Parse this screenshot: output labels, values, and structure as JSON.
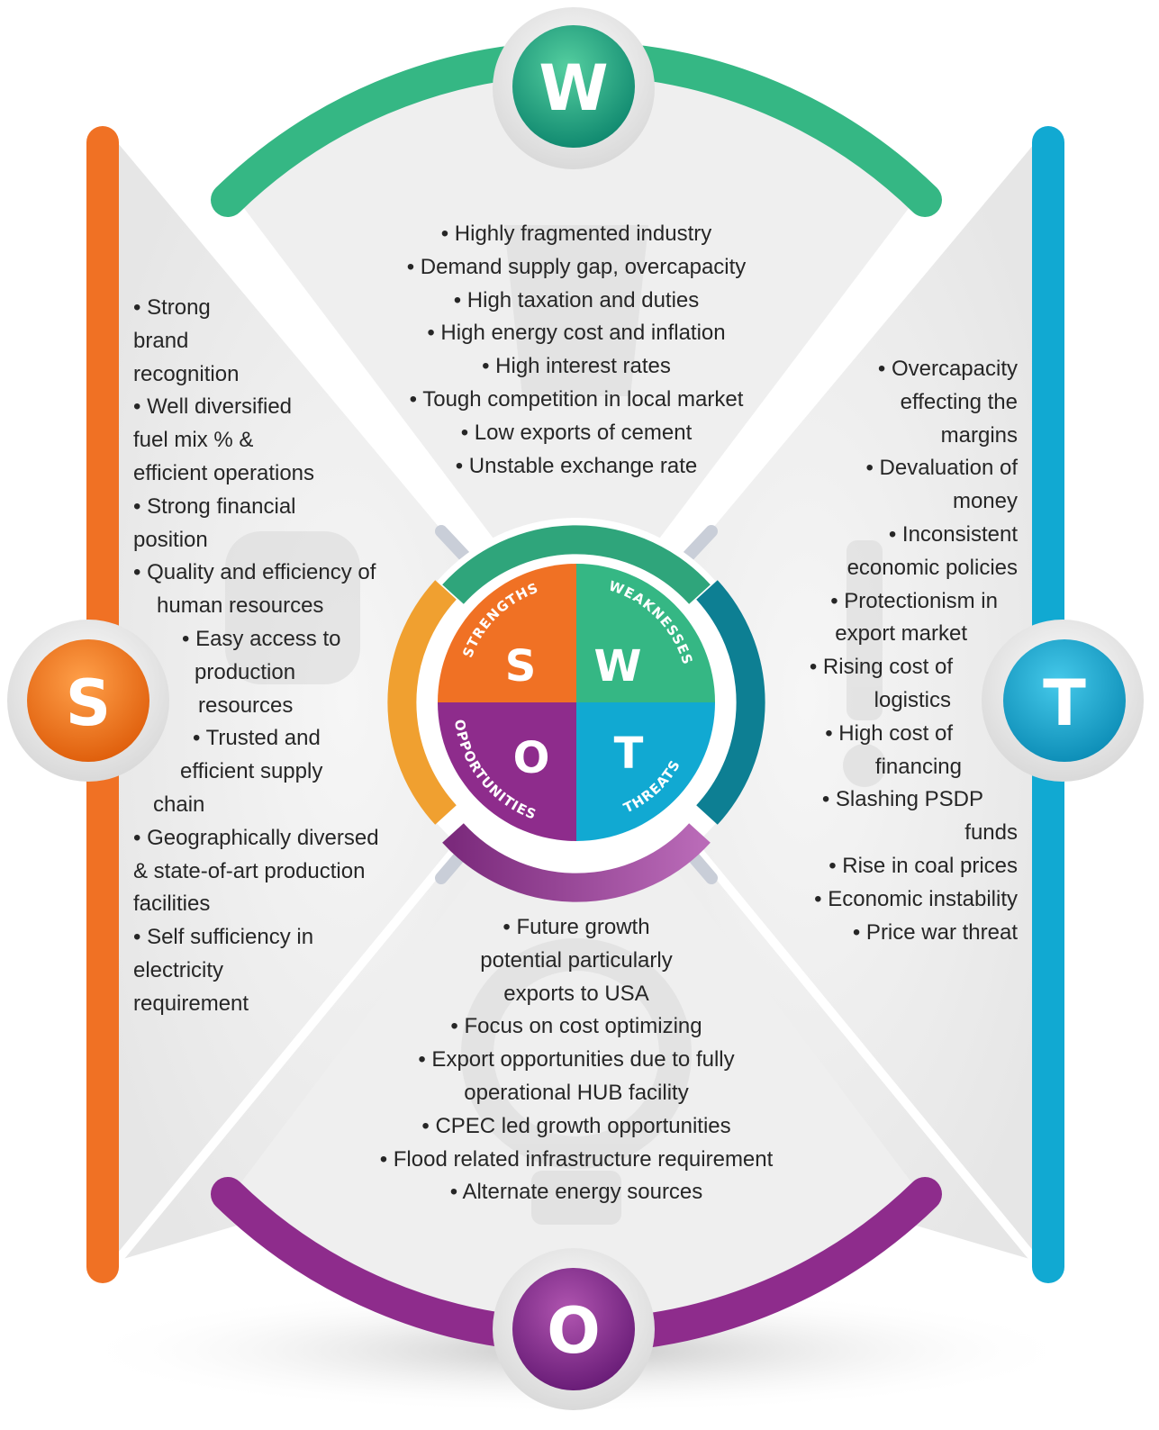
{
  "badges": {
    "s": "S",
    "w": "W",
    "o": "O",
    "t": "T"
  },
  "center": {
    "strengths": {
      "letter": "S",
      "label": "STRENGTHS"
    },
    "weaknesses": {
      "letter": "W",
      "label": "WEAKNESSES"
    },
    "opportunities": {
      "letter": "O",
      "label": "OPPORTUNITIES"
    },
    "threats": {
      "letter": "T",
      "label": "THREATS"
    }
  },
  "weaknesses": [
    "• Highly fragmented industry",
    "• Demand supply gap, overcapacity",
    "• High taxation and duties",
    "• High energy cost and inflation",
    "• High interest rates",
    "• Tough competition in local market",
    "• Low exports of cement",
    "• Unstable exchange rate"
  ],
  "strengths": [
    "• Strong",
    "brand",
    "recognition",
    "• Well diversified",
    "fuel mix % &",
    "efficient operations",
    "• Strong financial",
    "position",
    "• Quality and efficiency of",
    "human resources",
    "• Easy access to",
    "production",
    "resources",
    "• Trusted and",
    "efficient supply",
    "chain",
    "• Geographically diversed",
    "& state-of-art production",
    "facilities",
    "• Self sufficiency in",
    "electricity",
    "requirement"
  ],
  "threats": [
    "• Overcapacity",
    "effecting the",
    "margins",
    "• Devaluation of",
    "money",
    "• Inconsistent",
    "economic policies",
    "• Protectionism in",
    "export market",
    "• Rising cost of",
    "logistics",
    "• High cost of",
    "financing",
    "• Slashing PSDP",
    "funds",
    "• Rise in coal prices",
    "• Economic instability",
    "• Price war threat"
  ],
  "opportunities": [
    "• Future growth",
    "potential particularly",
    "exports to USA",
    "• Focus on cost optimizing",
    "• Export opportunities due to fully",
    "operational HUB facility",
    "• CPEC led growth opportunities",
    "• Flood related infrastructure requirement",
    "• Alternate energy sources"
  ],
  "colors": {
    "strengths": "#F07124",
    "weaknesses": "#2FB27E",
    "opportunities": "#8E2C8C",
    "threats": "#11A9D2"
  }
}
